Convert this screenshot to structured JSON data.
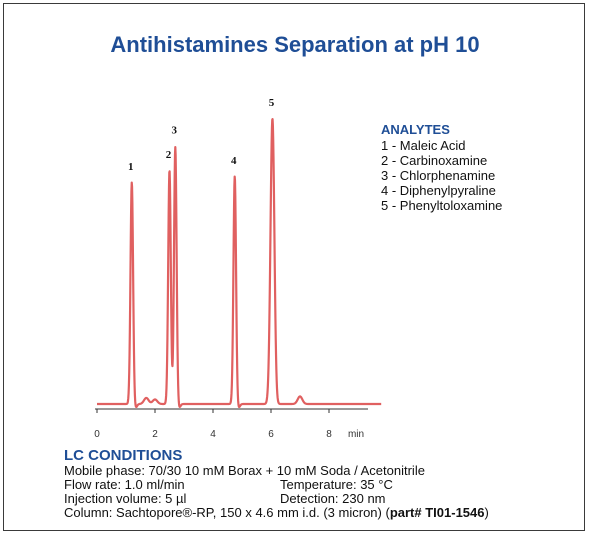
{
  "title": "Antihistamines Separation at pH 10",
  "analytes": {
    "heading": "ANALYTES",
    "items": [
      "1 - Maleic Acid",
      "2 - Carbinoxamine",
      "3 - Chlorphenamine",
      "4 - Diphenylpyraline",
      "5 - Phenyltoloxamine"
    ]
  },
  "lc_conditions": {
    "heading": "LC CONDITIONS",
    "mobile_phase": "Mobile phase: 70/30 10 mM Borax + 10 mM Soda / Acetonitrile",
    "flow_rate": "Flow rate: 1.0 ml/min",
    "temperature": "Temperature: 35 °C",
    "injection_volume": "Injection volume: 5 µl",
    "detection": "Detection: 230 nm",
    "column": "Column: Sachtopore®-RP, 150 x 4.6 mm i.d. (3 micron)",
    "part_open": "(",
    "part_number": "part# TI01-1546",
    "part_close": ")"
  },
  "chart_data": {
    "type": "line",
    "xlabel": "min",
    "xlim": [
      0,
      10
    ],
    "x_ticks": [
      0,
      2,
      4,
      6,
      8
    ],
    "line_color": "#e06060",
    "peaks": [
      {
        "label": "1",
        "time": 1.2,
        "height": 0.73
      },
      {
        "label": "2",
        "time": 2.5,
        "height": 0.77
      },
      {
        "label": "3",
        "time": 2.7,
        "height": 0.85
      },
      {
        "label": "4",
        "time": 4.75,
        "height": 0.75
      },
      {
        "label": "5",
        "time": 6.05,
        "height": 0.94
      }
    ]
  }
}
